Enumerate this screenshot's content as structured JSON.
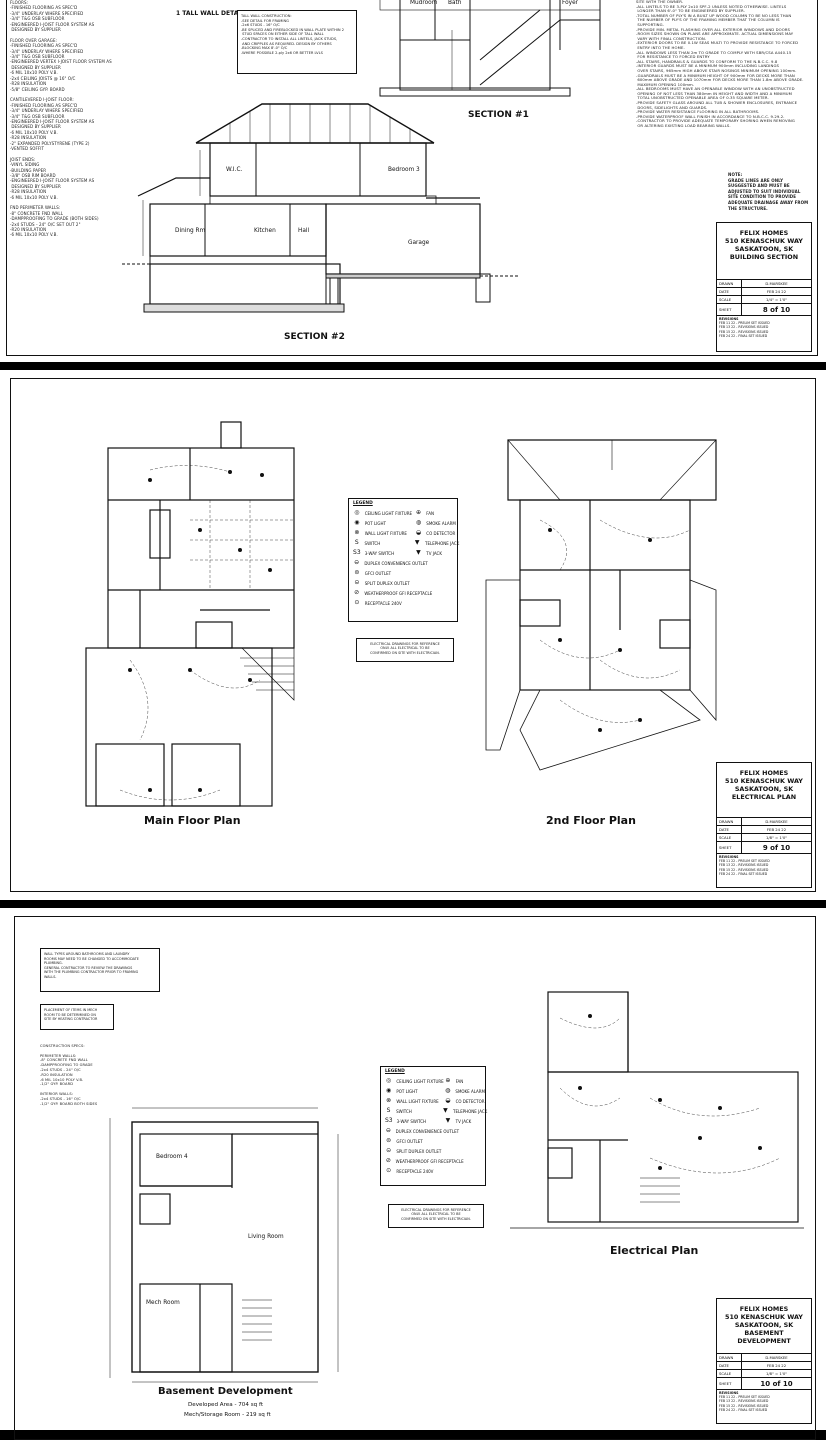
{
  "sheets": [
    {
      "id": "sheet8",
      "title_block": {
        "company": "FELIX HOMES",
        "address": "510 KENASCHUK WAY",
        "city": "SASKATOON, SK",
        "drawing": "BUILDING SECTION",
        "rows": [
          {
            "k": "DRAWN",
            "v": "D.MARSKEE"
          },
          {
            "k": "DATE",
            "v": "FEB 24 22"
          },
          {
            "k": "SCALE",
            "v": "1/4\" = 1'0\""
          }
        ],
        "sheet_label": "SHEET",
        "sheet_no": "8 of 10",
        "revisions_label": "REVISIONS",
        "revisions": [
          "FEB 11 22 - PRELIM SET ISSUED",
          "FEB 13 22 - REVISIONS ISSUED",
          "FEB 15 22 - REVISIONS ISSUED",
          "FEB 24 22 - FINAL SET ISSUED"
        ]
      },
      "section1_title": "SECTION #1",
      "section2_title": "SECTION #2",
      "wall_detail_label": "1  TALL WALL DETAIL",
      "rooms": {
        "mudroom": "Mudroom",
        "bath": "Bath",
        "foyer": "Foyer",
        "wic": "W.I.C.",
        "bedroom3": "Bedroom 3",
        "dining": "Dining Rm",
        "kitchen": "Kitchen",
        "hall": "Hall",
        "garage": "Garage"
      },
      "left_notes": "FLOORS:\n-FINISHED FLOORING AS SPEC'D\n-3/4\" UNDERLAY WHERE SPECIFIED\n-3/4\" T&G OSB SUBFLOOR\n-ENGINEERED I-JOIST FLOOR SYSTEM AS\n DESIGNED BY SUPPLIER\n\nFLOOR OVER GARAGE:\n-FINISHED FLOORING AS SPEC'D\n-3/4\" UNDERLAY WHERE SPECIFIED\n-3/4\" T&G OSB SUBFLOOR\n-ENGINEERED VERTEX I-JOIST FLOOR SYSTEM AS\n DESIGNED BY SUPPLIER\n-6 MIL 10x10 POLY V.B.\n-2x4 CEILING JOISTS @ 16\" O/C\n-R28 INSULATION\n-5/8\" CEILING GYP. BOARD\n\nCANTILEVERED I-JOIST FLOOR:\n-FINISHED FLOORING AS SPEC'D\n-3/4\" UNDERLAY WHERE SPECIFIED\n-3/4\" T&G OSB SUBFLOOR\n-ENGINEERED I-JOIST FLOOR SYSTEM AS\n DESIGNED BY SUPPLIER\n-6 MIL 10x10 POLY V.B.\n-R28 INSULATION\n-2\" EXPANDED POLYSTYRENE (TYPE 2)\n-VENTED SOFFIT\n\nJOIST ENDS:\n-VINYL SIDING\n-BUILDING PAPER\n-3/8\" OSB RIM BOARD\n-ENGINEERED I-JOIST FLOOR SYSTEM AS\n DESIGNED BY SUPPLIER\n-R28 INSULATION\n-6 MIL 10x10 POLY V.B.\n\nFND PERIMETER WALLS:\n-8\" CONCRETE FND WALL\n-DAMPPROOFING TO GRADE (BOTH SIDES)\n-2x4 STUDS - 24\" O/C SET OUT 2\"\n-R20 INSULATION\n-6 MIL 10x10 POLY V.B.",
      "wall_construction": "TALL WALL CONSTRUCTION:\n-SEE DETAIL FOR FRAMING\n-2x6 STUDS - 16\" O/C\n-BE SPLICED AND FIREBLOCKED IN WALL PLATE WITHIN 2\n STUD SPACES ON EITHER SIDE OF TALL WALL\n-CONTRACTOR TO INSTALL ALL LINTELS, JACK STUDS,\n AND CRIPPLES AS REQUIRED. DESIGN BY OTHERS\n-BLOCKING MAX 8'-0\" O/C\n-WHERE POSSIBLE 2-ply 2x6 OR BETTER LVLS",
      "right_notes": "SITE WITH THE OWNER.\n-ALL LINTELS TO BE 3-PLY 2x10 SPF-2 UNLESS NOTED OTHERWISE. LINTELS\n LONGER THAN 6'-0\" TO BE ENGINEERED BY SUPPLIER.\n-TOTAL NUMBER OF PLY'S IN A BUILT UP WOOD COLUMN TO BE NO LESS THAN\n THE NUMBER OF PLY'S OF THE FRAMING MEMBER THAT THE COLUMN IS\n SUPPORTING.\n-PROVIDE MIN. METAL FLASHING OVER ALL EXTERIOR WINDOWS AND DOORS\n-ROOM SIZES SHOWN ON PLANS ARE APPROXIMATE. ACTUAL DIMENSIONS MAY\n VARY WITH FINAL CONSTRUCTION.\n-EXTERIOR DOORS TO BE 0.1W SEAS MULTI TO PROVIDE RESISTANCE TO FORCED\n ENTRY INTO THE HOME.\n-ALL WINDOWS LESS THAN 2m TO GRADE TO COMPLY WITH SBR/CSA A440.15\n FOR RESISTANCE TO FORCED ENTRY\n-ALL STAIRS, HANDRAILS & GUARDS TO CONFORM TO THE N.B.C.C. 9.8\n-INTERIOR GUARDS MUST BE A MINIMUM 900mm INCLUDING LANDINGS\n OVER STAIRS, 965mm HIGH ABOVE STAIR NOSINGS MINIMUM OPENING 100mm.\n-GUARDRAILS MUST BE A MINIMUM HEIGHT OF 900mm FOR DECKS MORE THAN\n 600mm ABOVE GRADE AND 1070mm FOR DECKS MORE THAN 1.8m ABOVE GRADE.\n MAXIMUM OPENING 100mm.\n-ALL BEDROOMS MUST HAVE AN OPENABLE WINDOW WITH AN UNOBSTRUCTED\n OPENING OF NOT LESS THAN 380mm IN HEIGHT AND WIDTH AND A MINIMUM\n TOTAL UNOBSTRUCTED OPENABLE AREA OF 0.35 SQUARE METER.\n-PROVIDE SAFETY GLASS AROUND ALL TUB & SHOWER ENCLOSURES, ENTRANCE\n DOORS, SIDELIGHTS AND GUARDS.\n-PROVIDE WATER RESISTANCE FLOORING IN ALL BATHROOMS.\n-PROVIDE WATERPROOF WALL FINISH IN ACCORDANCE TO N.B.C.C. 9.29.2.\n-CONTRACTOR TO PROVIDE ADEQUATE TEMPORARY SHORING WHEN REMOVING\n OR ALTERING EXISTING LOAD BEARING WALLS.",
      "grade_note": "NOTE:\nGRADE LINES ARE ONLY\nSUGGESTED AND MUST BE\nADJUSTED TO SUIT INDIVIDUAL\nSITE CONDITION TO PROVIDE\nADEQUATE DRAINAGE AWAY FROM\nTHE STRUCTURE."
    },
    {
      "id": "sheet9",
      "title_block": {
        "company": "FELIX HOMES",
        "address": "510 KENASCHUK WAY",
        "city": "SASKATOON, SK",
        "drawing": "ELECTRICAL PLAN",
        "rows": [
          {
            "k": "DRAWN",
            "v": "D.MARSKEE"
          },
          {
            "k": "DATE",
            "v": "FEB 24 22"
          },
          {
            "k": "SCALE",
            "v": "1/8\" = 1'0\""
          }
        ],
        "sheet_label": "SHEET",
        "sheet_no": "9 of 10",
        "revisions_label": "REVISIONS",
        "revisions": [
          "FEB 11 22 - PRELIM SET ISSUED",
          "FEB 13 22 - REVISIONS ISSUED",
          "FEB 15 22 - REVISIONS ISSUED",
          "FEB 24 22 - FINAL SET ISSUED"
        ]
      },
      "main_floor_title": "Main Floor Plan",
      "second_floor_title": "2nd Floor Plan",
      "legend_title": "LEGEND",
      "legend_items": [
        {
          "sym": "◎",
          "label": "CEILING LIGHT FIXTURE",
          "sym2": "⊕",
          "label2": "FAN"
        },
        {
          "sym": "◉",
          "label": "POT LIGHT",
          "sym2": "◍",
          "label2": "SMOKE ALARM"
        },
        {
          "sym": "⊗",
          "label": "WALL LIGHT FIXTURE",
          "sym2": "◒",
          "label2": "CO DETECTOR"
        },
        {
          "sym": "S",
          "label": "SWITCH",
          "sym2": "▼",
          "label2": "TELEPHONE JACK"
        },
        {
          "sym": "S3",
          "label": "3-WAY SWITCH",
          "sym2": "▼",
          "label2": "TV JACK"
        },
        {
          "sym": "⊖",
          "label": "DUPLEX CONVENIENCE OUTLET",
          "sym2": "",
          "label2": ""
        },
        {
          "sym": "⊜",
          "label": "GFCI OUTLET",
          "sym2": "",
          "label2": ""
        },
        {
          "sym": "⊝",
          "label": "SPLIT DUPLEX OUTLET",
          "sym2": "",
          "label2": ""
        },
        {
          "sym": "⊘",
          "label": "WEATHERPROOF GFI RECEPTACLE",
          "sym2": "",
          "label2": ""
        },
        {
          "sym": "⊙",
          "label": "RECEPTACLE 240V",
          "sym2": "",
          "label2": ""
        }
      ],
      "legend_note": "ELECTRICAL DRAWINGS FOR REFERENCE\nONLY. ALL ELECTRICAL TO BE\nCONFIRMED ON SITE WITH ELECTRICIAN."
    },
    {
      "id": "sheet10",
      "title_block": {
        "company": "FELIX HOMES",
        "address": "510 KENASCHUK WAY",
        "city": "SASKATOON, SK",
        "drawing": "BASEMENT DEVELOPMENT",
        "rows": [
          {
            "k": "DRAWN",
            "v": "D.MARSKEE"
          },
          {
            "k": "DATE",
            "v": "FEB 24 22"
          },
          {
            "k": "SCALE",
            "v": "1/8\" = 1'0\""
          }
        ],
        "sheet_label": "SHEET",
        "sheet_no": "10 of 10",
        "revisions_label": "REVISIONS",
        "revisions": [
          "FEB 11 22 - PRELIM SET ISSUED",
          "FEB 13 22 - REVISIONS ISSUED",
          "FEB 15 22 - REVISIONS ISSUED",
          "FEB 24 22 - FINAL SET ISSUED"
        ]
      },
      "basement_title": "Basement Development",
      "developed_area": "Developed Area - 704 sq ft",
      "mech_area": "Mech/Storage Room - 219 sq ft",
      "electrical_title": "Electrical Plan",
      "rooms": {
        "bedroom4": "Bedroom 4",
        "living": "Living Room",
        "mech": "Mech Room"
      },
      "wall_types_note": "WALL TYPES AROUND BATHROOMS AND LAUNDRY\nROOMS MAY NEED TO BE CHANGED TO ACCOMMODATE\nPLUMBING.\nGENERAL CONTRACTOR TO REVIEW THE DRAWINGS\nWITH THE PLUMBING CONTRACTOR PRIOR TO FRAMING\nWALLS.",
      "placement_note": "PLACEMENT OF ITEMS IN MECH\nROOM TO BE DETERMINED ON\nSITE BY HEATING CONTRACTOR",
      "construction_notes": "CONSTRUCTION SPECS:\n\nPERIMETER WALLS:\n-8\" CONCRETE FND WALL\n-DAMPPROOFING TO GRADE\n-2x4 STUDS - 24\" O/C\n-R20 INSULATION\n-6 MIL 10x10 POLY V.B.\n-1/2\" GYP. BOARD\n\nINTERIOR WALLS:\n-2x4 STUDS - 16\" O/C\n-1/2\" GYP. BOARD BOTH SIDES",
      "legend_title": "LEGEND",
      "legend_note": "ELECTRICAL DRAWINGS FOR REFERENCE\nONLY. ALL ELECTRICAL TO BE\nCONFIRMED ON SITE WITH ELECTRICIAN."
    }
  ]
}
